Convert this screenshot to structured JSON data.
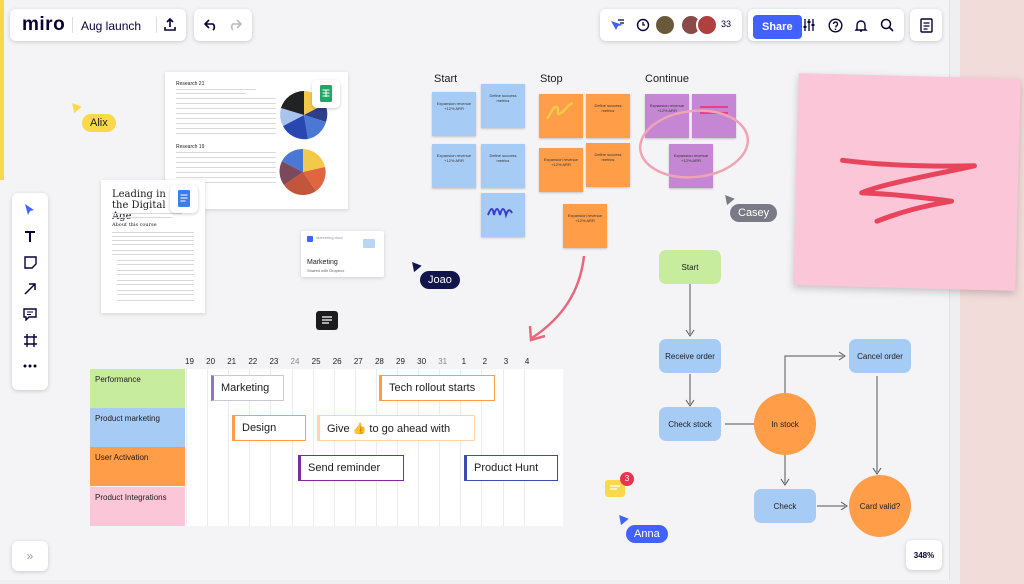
{
  "app": {
    "logo": "miro",
    "board_title": "Aug launch"
  },
  "toolbar": {
    "collaborator_count": "33",
    "share_label": "Share"
  },
  "cursors": {
    "alix": "Alix",
    "casey": "Casey",
    "joao": "Joao",
    "anna": "Anna"
  },
  "retro": {
    "start_title": "Start",
    "stop_title": "Stop",
    "continue_title": "Continue",
    "note_expansion": "Expansion revenue +12% ARR",
    "note_define": "Define success metrics"
  },
  "docs": {
    "research_21": "Research 21",
    "research_19": "Research 19",
    "heading": "Leading in the Digital Age",
    "about": "About this course",
    "marketing_card_title": "Marketing",
    "marketing_card_sub": "Shared with Dropbox",
    "marketing_card_header": "Marketing.docx"
  },
  "gantt": {
    "days": [
      "19",
      "20",
      "21",
      "22",
      "23",
      "24",
      "25",
      "26",
      "27",
      "28",
      "29",
      "30",
      "31",
      "1",
      "2",
      "3",
      "4"
    ],
    "rows": [
      "Performance",
      "Product marketing",
      "User Activation",
      "Product Integrations"
    ],
    "tasks": {
      "marketing": "Marketing",
      "tech_rollout": "Tech rollout starts",
      "design": "Design",
      "give_go": "Give 👍 to go ahead with",
      "send_reminder": "Send reminder",
      "product_hunt": "Product Hunt"
    }
  },
  "flow": {
    "start": "Start",
    "receive_order": "Receive order",
    "check_stock": "Check stock",
    "in_stock": "In stock",
    "cancel_order": "Cancel order",
    "check": "Check",
    "card_valid": "Card valid?"
  },
  "comments": {
    "badge_count": "3"
  },
  "footer": {
    "zoom": "348%",
    "expand": "»"
  },
  "colors": {
    "accent": "#4262ff",
    "sticky_blue": "#a6ccf5",
    "sticky_orange": "#ff9d48",
    "sticky_purple": "#c586d3",
    "big_sticky": "#fbc6d7"
  }
}
